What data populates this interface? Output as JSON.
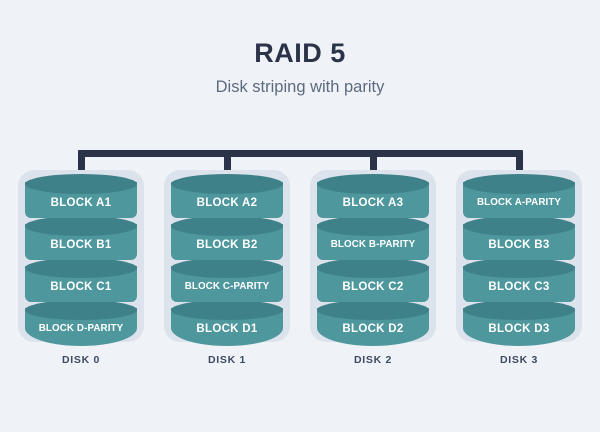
{
  "header": {
    "title": "RAID 5",
    "subtitle": "Disk striping with parity"
  },
  "colors": {
    "background": "#eff3f7",
    "title_text": "#2b3349",
    "subtitle_text": "#5d6a80",
    "bus": "#2b3349",
    "disk_body": "#4d979d",
    "disk_cap": "#3f8189",
    "disk_shell": "#dde3ec",
    "block_text": "#ffffff",
    "disk_label_text": "#3c4a63"
  },
  "diagram": {
    "bus_connector_count": 4,
    "disks": [
      {
        "name": "DISK 0",
        "blocks": [
          {
            "label": "BLOCK A1",
            "parity": false
          },
          {
            "label": "BLOCK B1",
            "parity": false
          },
          {
            "label": "BLOCK C1",
            "parity": false
          },
          {
            "label": "BLOCK D-PARITY",
            "parity": true
          }
        ]
      },
      {
        "name": "DISK 1",
        "blocks": [
          {
            "label": "BLOCK A2",
            "parity": false
          },
          {
            "label": "BLOCK B2",
            "parity": false
          },
          {
            "label": "BLOCK C-PARITY",
            "parity": true
          },
          {
            "label": "BLOCK D1",
            "parity": false
          }
        ]
      },
      {
        "name": "DISK 2",
        "blocks": [
          {
            "label": "BLOCK A3",
            "parity": false
          },
          {
            "label": "BLOCK B-PARITY",
            "parity": true
          },
          {
            "label": "BLOCK C2",
            "parity": false
          },
          {
            "label": "BLOCK D2",
            "parity": false
          }
        ]
      },
      {
        "name": "DISK 3",
        "blocks": [
          {
            "label": "BLOCK A-PARITY",
            "parity": true
          },
          {
            "label": "BLOCK B3",
            "parity": false
          },
          {
            "label": "BLOCK C3",
            "parity": false
          },
          {
            "label": "BLOCK D3",
            "parity": false
          }
        ]
      }
    ]
  }
}
